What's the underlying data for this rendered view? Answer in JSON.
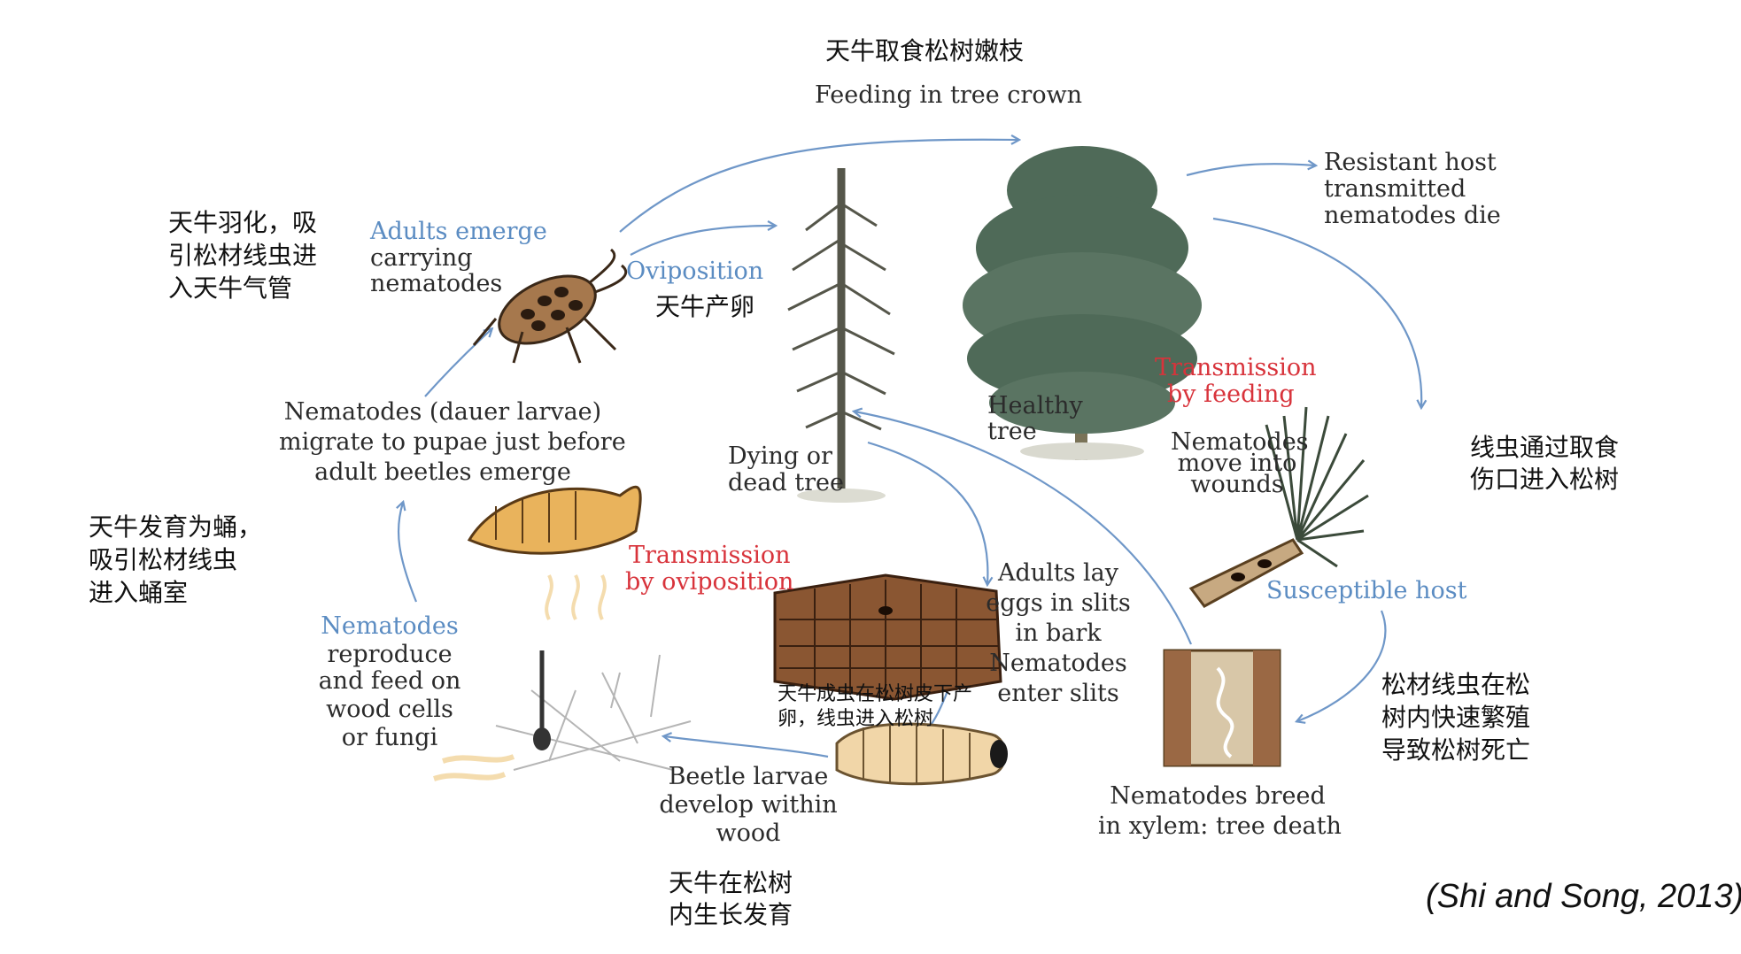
{
  "labels": {
    "feeding_zh": "天牛取食松树嫩枝",
    "feeding_en": "Feeding in tree crown",
    "resistant_l1": "Resistant host",
    "resistant_l2": "transmitted",
    "resistant_l3": "nematodes die",
    "adults_emerge": "Adults emerge",
    "adults_l2": "carrying",
    "adults_l3": "nematodes",
    "oviposition": "Oviposition",
    "oviposition_zh": "天牛产卵",
    "emerge_zh_l1": "天牛羽化，吸",
    "emerge_zh_l2": "引松材线虫进",
    "emerge_zh_l3": "入天牛气管",
    "trans_feed_l1": "Transmission",
    "trans_feed_l2": "by feeding",
    "healthy_l1": "Healthy",
    "healthy_l2": "tree",
    "dying_l1": "Dying or",
    "dying_l2": "dead tree",
    "move_l1": "Nematodes",
    "move_l2": "move into",
    "move_l3": "wounds",
    "wounds_zh_l1": "线虫通过取食",
    "wounds_zh_l2": "伤口进入松树",
    "dauer_l1": "Nematodes (dauer larvae)",
    "dauer_l2": "migrate to pupae just before",
    "dauer_l3": "adult beetles emerge",
    "pupa_zh_l1": "天牛发育为蛹，",
    "pupa_zh_l2": "吸引松材线虫",
    "pupa_zh_l3": "进入蛹室",
    "trans_ovi_l1": "Transmission",
    "trans_ovi_l2": "by oviposition",
    "lay_l1": "Adults lay",
    "lay_l2": "eggs in slits",
    "lay_l3": "in bark",
    "lay_l4": "Nematodes",
    "lay_l5": "enter slits",
    "bark_zh_l1": "天牛成虫在松树皮下产",
    "bark_zh_l2": "卵，线虫进入松树",
    "susceptible": "Susceptible host",
    "breed_zh_l1": "松材线虫在松",
    "breed_zh_l2": "树内快速繁殖",
    "breed_zh_l3": "导致松树死亡",
    "reproduce_l1": "Nematodes",
    "reproduce_l2": "reproduce",
    "reproduce_l3": "and feed on",
    "reproduce_l4": "wood cells",
    "reproduce_l5": "or fungi",
    "larvae_l1": "Beetle larvae",
    "larvae_l2": "develop within",
    "larvae_l3": "wood",
    "xylem_l1": "Nematodes breed",
    "xylem_l2": "in xylem: tree death",
    "larvae_zh_l1": "天牛在松树",
    "larvae_zh_l2": "内生长发育",
    "citation": "(Shi and Song, 2013)"
  },
  "colors": {
    "arrow": "#6f97c8",
    "trunk": "#7a7358",
    "foliage": "#4f6a58",
    "bark": "#7a4a2c",
    "larva": "#f1d6a8",
    "red_text": "#d8333b",
    "blue_text": "#5b8cc2"
  }
}
